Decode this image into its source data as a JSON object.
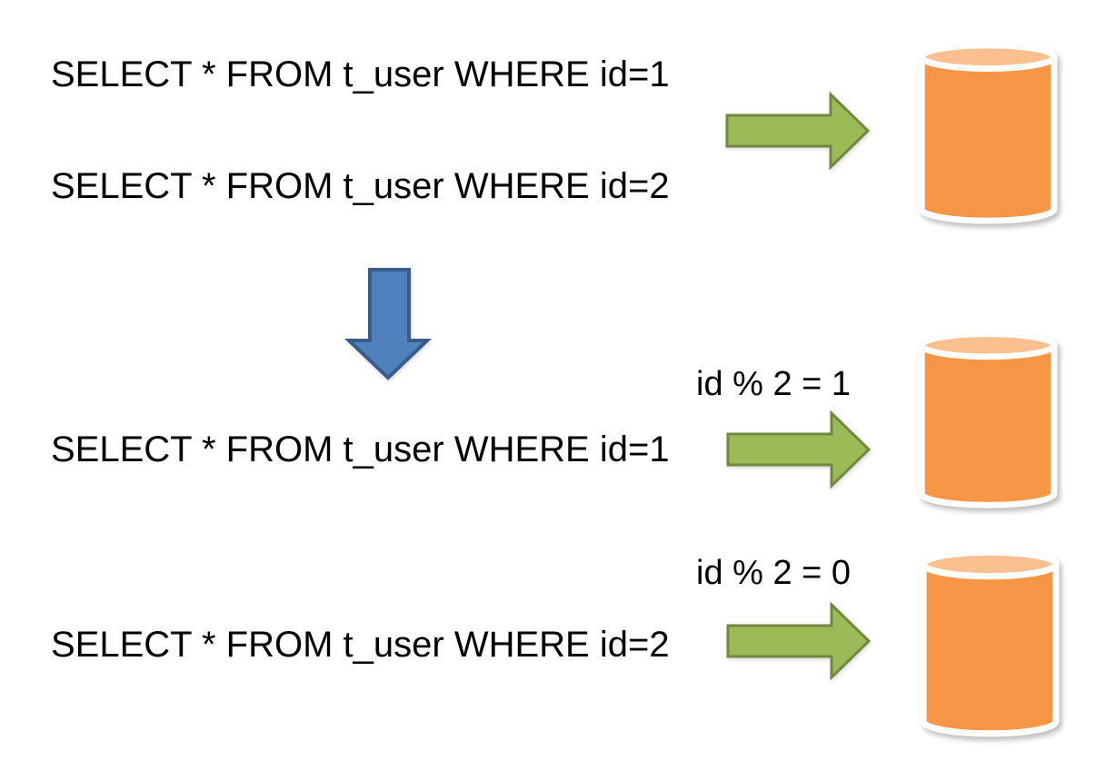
{
  "colors": {
    "background": "#ffffff",
    "text": "#000000",
    "arrow_green_fill": "#9bbb59",
    "arrow_green_border": "#71893f",
    "arrow_blue_fill": "#4f81bd",
    "arrow_blue_border": "#385d8a",
    "db_body": "#f79646",
    "db_top": "#fac090",
    "db_border": "#ffffff"
  },
  "before": {
    "queries": [
      "SELECT * FROM t_user WHERE id=1",
      "SELECT * FROM t_user WHERE id=2"
    ],
    "arrow_icon": "green-right-arrow-icon",
    "database_icon": "database-cylinder-icon"
  },
  "transform": {
    "arrow_icon": "blue-down-arrow-icon"
  },
  "after": {
    "routes": [
      {
        "query": "SELECT * FROM t_user WHERE id=1",
        "condition": "id % 2 = 1",
        "arrow_icon": "green-right-arrow-icon",
        "database_icon": "database-cylinder-icon"
      },
      {
        "query": "SELECT * FROM t_user WHERE id=2",
        "condition": "id % 2 = 0",
        "arrow_icon": "green-right-arrow-icon",
        "database_icon": "database-cylinder-icon"
      }
    ]
  }
}
